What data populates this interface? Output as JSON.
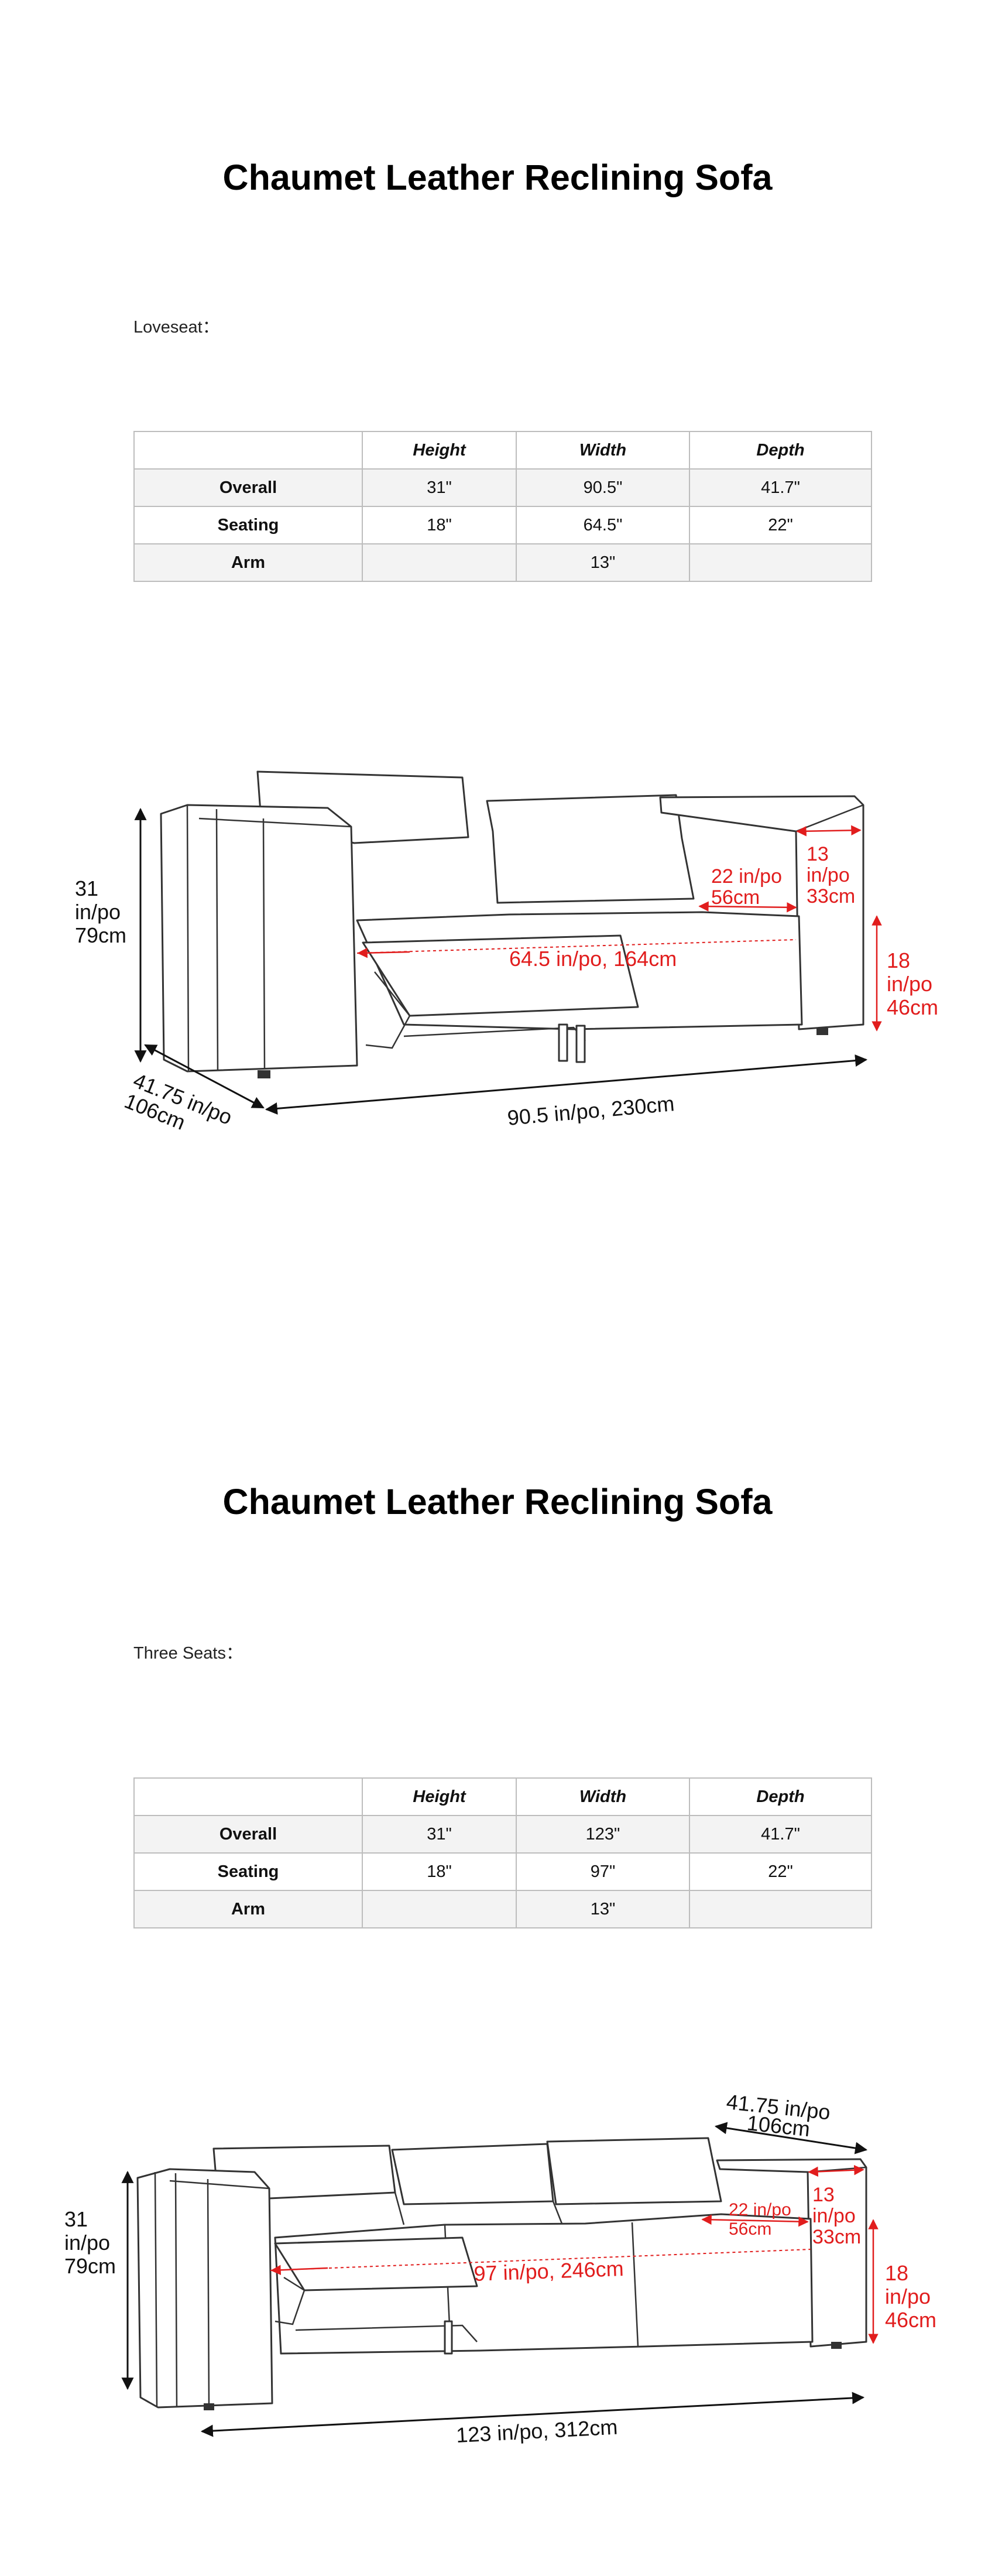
{
  "sections": [
    {
      "title": "Chaumet Leather Reclining Sofa",
      "variant": "Loveseat：",
      "table": {
        "headers": [
          "",
          "Height",
          "Width",
          "Depth"
        ],
        "rows": [
          {
            "label": "Overall",
            "height": "31\"",
            "width": "90.5\"",
            "depth": "41.7\""
          },
          {
            "label": "Seating",
            "height": "18\"",
            "width": "64.5\"",
            "depth": "22\""
          },
          {
            "label": "Arm",
            "height": "",
            "width": "13\"",
            "depth": ""
          }
        ]
      },
      "dimensions": {
        "height_line1": "31",
        "height_line2": "in/po",
        "height_line3": "79cm",
        "depth_line1": "41.75 in/po",
        "depth_line2": "106cm",
        "width": "90.5 in/po, 230cm",
        "seat_width": "64.5 in/po, 164cm",
        "seat_depth_line1": "22 in/po",
        "seat_depth_line2": "56cm",
        "arm_line1": "13",
        "arm_line2": "in/po",
        "arm_line3": "33cm",
        "seat_height_line1": "18",
        "seat_height_line2": "in/po",
        "seat_height_line3": "46cm"
      }
    },
    {
      "title": "Chaumet Leather Reclining Sofa",
      "variant": "Three Seats：",
      "table": {
        "headers": [
          "",
          "Height",
          "Width",
          "Depth"
        ],
        "rows": [
          {
            "label": "Overall",
            "height": "31\"",
            "width": "123\"",
            "depth": "41.7\""
          },
          {
            "label": "Seating",
            "height": "18\"",
            "width": "97\"",
            "depth": "22\""
          },
          {
            "label": "Arm",
            "height": "",
            "width": "13\"",
            "depth": ""
          }
        ]
      },
      "dimensions": {
        "height_line1": "31",
        "height_line2": "in/po",
        "height_line3": "79cm",
        "depth_line1": "41.75 in/po",
        "depth_line2": "106cm",
        "width": "123 in/po, 312cm",
        "seat_width": "97 in/po, 246cm",
        "seat_depth_line1": "22 in/po",
        "seat_depth_line2": "56cm",
        "arm_line1": "13",
        "arm_line2": "in/po",
        "arm_line3": "33cm",
        "seat_height_line1": "18",
        "seat_height_line2": "in/po",
        "seat_height_line3": "46cm"
      }
    }
  ],
  "colors": {
    "dimension_red": "#e11d1d",
    "table_border": "#bdbdbd",
    "table_alt_row": "#f3f3f3"
  }
}
